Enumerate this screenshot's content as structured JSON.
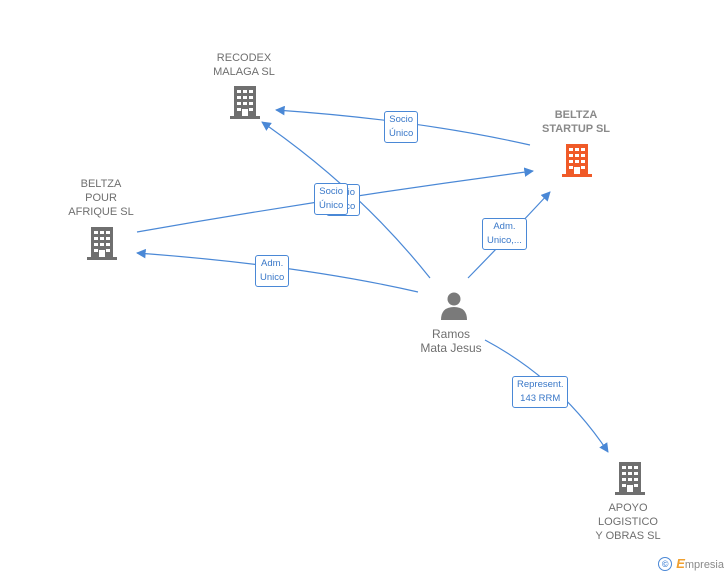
{
  "nodes": {
    "recodex": {
      "lines": [
        "RECODEX",
        "MALAGA SL"
      ],
      "color": "#6f6f6f"
    },
    "beltza_startup": {
      "lines": [
        "BELTZA",
        "STARTUP  SL"
      ],
      "color": "#f05a28"
    },
    "beltza_pour": {
      "lines": [
        "BELTZA",
        "POUR",
        "AFRIQUE  SL"
      ],
      "color": "#6f6f6f"
    },
    "ramos": {
      "lines": [
        "Ramos",
        "Mata Jesus"
      ],
      "color": "#7a7a7a"
    },
    "apoyo": {
      "lines": [
        "APOYO",
        "LOGISTICO",
        "Y OBRAS SL"
      ],
      "color": "#6f6f6f"
    }
  },
  "edges": {
    "socio_unico_top": [
      "Socio",
      "Único"
    ],
    "socio_unico_mid": [
      "Socio",
      "Único"
    ],
    "socio_unico_hidden": [
      "Socio",
      "Único"
    ],
    "adm_unico_left": [
      "Adm.",
      "Unico"
    ],
    "adm_unico_right": [
      "Adm.",
      "Unico,..."
    ],
    "represent": [
      "Represent.",
      "143 RRM"
    ]
  },
  "footer": {
    "copyright": "©",
    "brand_e": "E",
    "brand_rest": "mpresia"
  },
  "colors": {
    "edge": "#4a88d6",
    "company": "#6f6f6f",
    "focus_company": "#f05a28",
    "person": "#7a7a7a"
  }
}
